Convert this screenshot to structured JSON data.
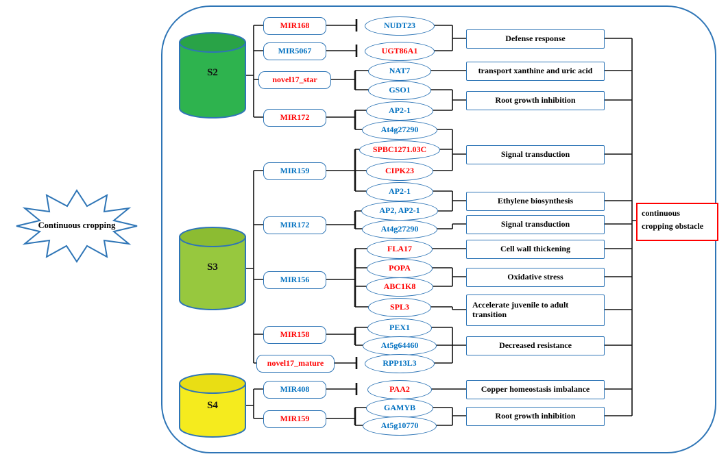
{
  "colors": {
    "diagram_border_blue": "#2e75b6",
    "text_red": "#ff0000",
    "text_blue": "#0070c0",
    "line_black": "#111111",
    "s2_cylinder_green": "#2eb34e",
    "s3_cylinder_green": "#97c83e",
    "s4_cylinder_yellow": "#f5eb1e",
    "outcome_border_red": "#ff0000"
  },
  "burst": {
    "label": "Continuous cropping"
  },
  "stages": [
    {
      "label": "S2"
    },
    {
      "label": "S3"
    },
    {
      "label": "S4"
    }
  ],
  "mirnas": [
    {
      "label": "MIR168",
      "color": "red"
    },
    {
      "label": "MIR5067",
      "color": "blue"
    },
    {
      "label": "novel17_star",
      "color": "red"
    },
    {
      "label": "MIR172",
      "color": "red"
    },
    {
      "label": "MIR159",
      "color": "blue"
    },
    {
      "label": "MIR172",
      "color": "blue"
    },
    {
      "label": "MIR156",
      "color": "blue"
    },
    {
      "label": "MIR158",
      "color": "red"
    },
    {
      "label": "novel17_mature",
      "color": "red"
    },
    {
      "label": "MIR408",
      "color": "blue"
    },
    {
      "label": "MIR159",
      "color": "red"
    }
  ],
  "genes": [
    {
      "label": "NUDT23",
      "color": "blue"
    },
    {
      "label": "UGT86A1",
      "color": "red"
    },
    {
      "label": "NAT7",
      "color": "blue"
    },
    {
      "label": "GSO1",
      "color": "blue"
    },
    {
      "label": "AP2-1",
      "color": "blue"
    },
    {
      "label": "At4g27290",
      "color": "blue"
    },
    {
      "label": "SPBC1271.03C",
      "color": "red"
    },
    {
      "label": "CIPK23",
      "color": "red"
    },
    {
      "label": "AP2-1",
      "color": "blue"
    },
    {
      "label": "AP2, AP2-1",
      "color": "blue"
    },
    {
      "label": "At4g27290",
      "color": "blue"
    },
    {
      "label": "FLA17",
      "color": "red"
    },
    {
      "label": "POPA",
      "color": "red"
    },
    {
      "label": "ABC1K8",
      "color": "red"
    },
    {
      "label": "SPL3",
      "color": "red"
    },
    {
      "label": "PEX1",
      "color": "blue"
    },
    {
      "label": "At5g64460",
      "color": "blue"
    },
    {
      "label": "RPP13L3",
      "color": "blue"
    },
    {
      "label": "PAA2",
      "color": "red"
    },
    {
      "label": "GAMYB",
      "color": "blue"
    },
    {
      "label": "At5g10770",
      "color": "blue"
    }
  ],
  "functions": [
    {
      "label": "Defense response"
    },
    {
      "label": "transport xanthine and uric acid"
    },
    {
      "label": "Root growth inhibition"
    },
    {
      "label": "Signal transduction"
    },
    {
      "label": "Ethylene biosynthesis"
    },
    {
      "label": "Signal transduction"
    },
    {
      "label": "Cell wall thickening"
    },
    {
      "label": "Oxidative stress"
    },
    {
      "label": "Accelerate juvenile to adult transition"
    },
    {
      "label": "Decreased resistance"
    },
    {
      "label": "Copper homeostasis imbalance"
    },
    {
      "label": "Root growth inhibition"
    }
  ],
  "outcome": {
    "label": "continuous cropping obstacle"
  }
}
